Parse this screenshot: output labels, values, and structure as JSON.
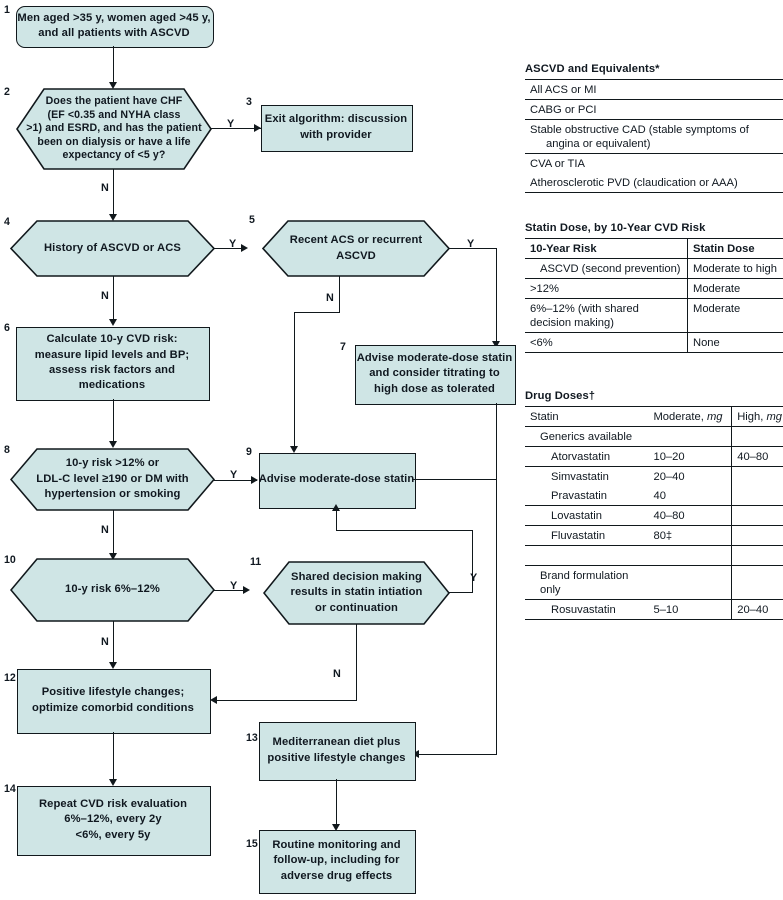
{
  "flowchart": {
    "nodes": [
      {
        "num": "1",
        "text": [
          "Men aged >35 y, women aged >45 y,",
          "and all patients with ASCVD"
        ]
      },
      {
        "num": "2",
        "text": [
          "Does the patient have CHF",
          "(EF <0.35 and NYHA class",
          ">1) and ESRD, and has the patient",
          "been on dialysis or have a life",
          "expectancy of <5 y?"
        ]
      },
      {
        "num": "3",
        "text": [
          "Exit algorithm: discussion",
          "with provider"
        ]
      },
      {
        "num": "4",
        "text": [
          "History of ASCVD or ACS"
        ]
      },
      {
        "num": "5",
        "text": [
          "Recent ACS or recurrent",
          "ASCVD"
        ]
      },
      {
        "num": "6",
        "text": [
          "Calculate 10-y CVD risk:",
          "measure lipid levels and BP;",
          "assess risk factors and",
          "medications"
        ]
      },
      {
        "num": "7",
        "text": [
          "Advise moderate-dose statin",
          "and consider titrating to",
          "high dose as tolerated"
        ]
      },
      {
        "num": "8",
        "text": [
          "10-y risk >12% or",
          "LDL-C level ≥190 or DM with",
          "hypertension or smoking"
        ]
      },
      {
        "num": "9",
        "text": [
          "Advise moderate-dose statin"
        ]
      },
      {
        "num": "10",
        "text": [
          "10-y risk 6%–12%"
        ]
      },
      {
        "num": "11",
        "text": [
          "Shared decision making",
          "results in statin intiation",
          "or continuation"
        ]
      },
      {
        "num": "12",
        "text": [
          "Positive lifestyle changes;",
          "optimize comorbid conditions"
        ]
      },
      {
        "num": "13",
        "text": [
          "Mediterranean diet plus",
          "positive lifestyle changes"
        ]
      },
      {
        "num": "14",
        "text": [
          "Repeat CVD risk evaluation",
          "6%–12%, every 2y",
          "<6%, every 5y"
        ]
      },
      {
        "num": "15",
        "text": [
          "Routine monitoring and",
          "follow-up, including for",
          "adverse drug effects"
        ]
      }
    ],
    "branch_labels": {
      "n2_yes": "Y",
      "n2_no": "N",
      "n4_yes": "Y",
      "n4_no": "N",
      "n5_yes": "Y",
      "n5_no": "N",
      "n8_yes": "Y",
      "n8_no": "N",
      "n10_yes": "Y",
      "n10_no": "N",
      "n11_yes": "Y",
      "n11_no": "N"
    },
    "colors": {
      "node_fill": "#cfe5e5",
      "stroke": "#11181c",
      "background": "#ffffff"
    }
  },
  "tables": {
    "ascvd": {
      "title": "ASCVD and Equivalents*",
      "rows": [
        {
          "line1": "All ACS or MI",
          "line2": ""
        },
        {
          "line1": "CABG or PCI",
          "line2": ""
        },
        {
          "line1": "Stable obstructive CAD (stable symptoms of",
          "line2": "angina or equivalent)"
        },
        {
          "line1": "CVA or TIA",
          "line2": ""
        },
        {
          "line1": "Atherosclerotic PVD (claudication or AAA)",
          "line2": ""
        }
      ]
    },
    "statin_dose": {
      "title": "Statin Dose, by 10-Year CVD Risk",
      "headers": [
        "10-Year Risk",
        "Statin Dose"
      ],
      "rows": [
        {
          "risk_l1": "ASCVD (second prevention)",
          "risk_l2": "",
          "dose": "Moderate to high",
          "indent": true
        },
        {
          "risk_l1": ">12%",
          "risk_l2": "",
          "dose": "Moderate",
          "indent": false
        },
        {
          "risk_l1": "6%–12% (with shared",
          "risk_l2": "decision making)",
          "dose": "Moderate",
          "indent": false
        },
        {
          "risk_l1": "<6%",
          "risk_l2": "",
          "dose": "None",
          "indent": false
        }
      ]
    },
    "drug_doses": {
      "title": "Drug Doses†",
      "headers": [
        "Statin",
        "Moderate, mg",
        "High, mg"
      ],
      "headers_italic_units": [
        "mg",
        "mg"
      ],
      "rows": [
        {
          "name": "Generics available",
          "moderate": "",
          "high": "",
          "level": 1
        },
        {
          "name": "Atorvastatin",
          "moderate": "10–20",
          "high": "40–80",
          "level": 2
        },
        {
          "name": "Simvastatin",
          "moderate": "20–40",
          "high": "",
          "level": 2
        },
        {
          "name": "Pravastatin",
          "moderate": "40",
          "high": "",
          "level": 2
        },
        {
          "name": "Lovastatin",
          "moderate": "40–80",
          "high": "",
          "level": 2
        },
        {
          "name": "Fluvastatin",
          "moderate": "80‡",
          "high": "",
          "level": 2
        },
        {
          "name": "",
          "moderate": "",
          "high": "",
          "level": 0
        },
        {
          "name": "Brand formulation only",
          "moderate": "",
          "high": "",
          "level": 1
        },
        {
          "name": "Rosuvastatin",
          "moderate": "5–10",
          "high": "20–40",
          "level": 2
        }
      ]
    }
  }
}
